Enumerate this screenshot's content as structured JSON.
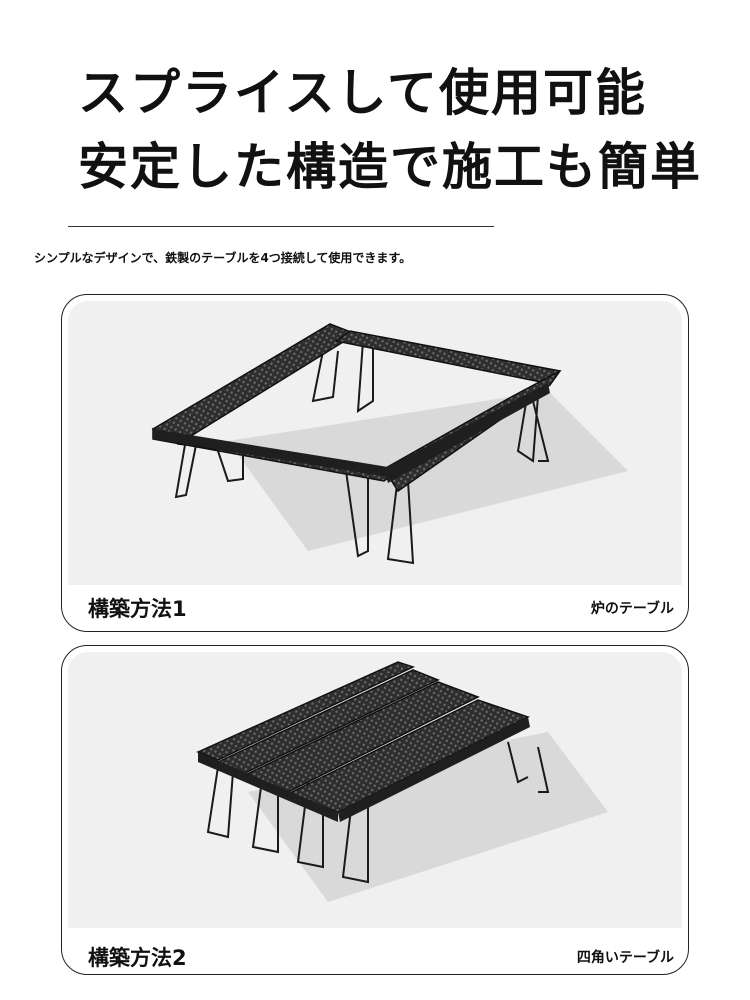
{
  "headline": {
    "line1": "スプライスして使用可能",
    "line2": "安定した構造で施工も簡単"
  },
  "description": "シンプルなデザインで、鉄製のテーブルを4つ接続して使用できます。",
  "methods": [
    {
      "label": "構築方法1",
      "table_name": "炉のテーブル"
    },
    {
      "label": "構築方法2",
      "table_name": "四角いテーブル"
    }
  ]
}
